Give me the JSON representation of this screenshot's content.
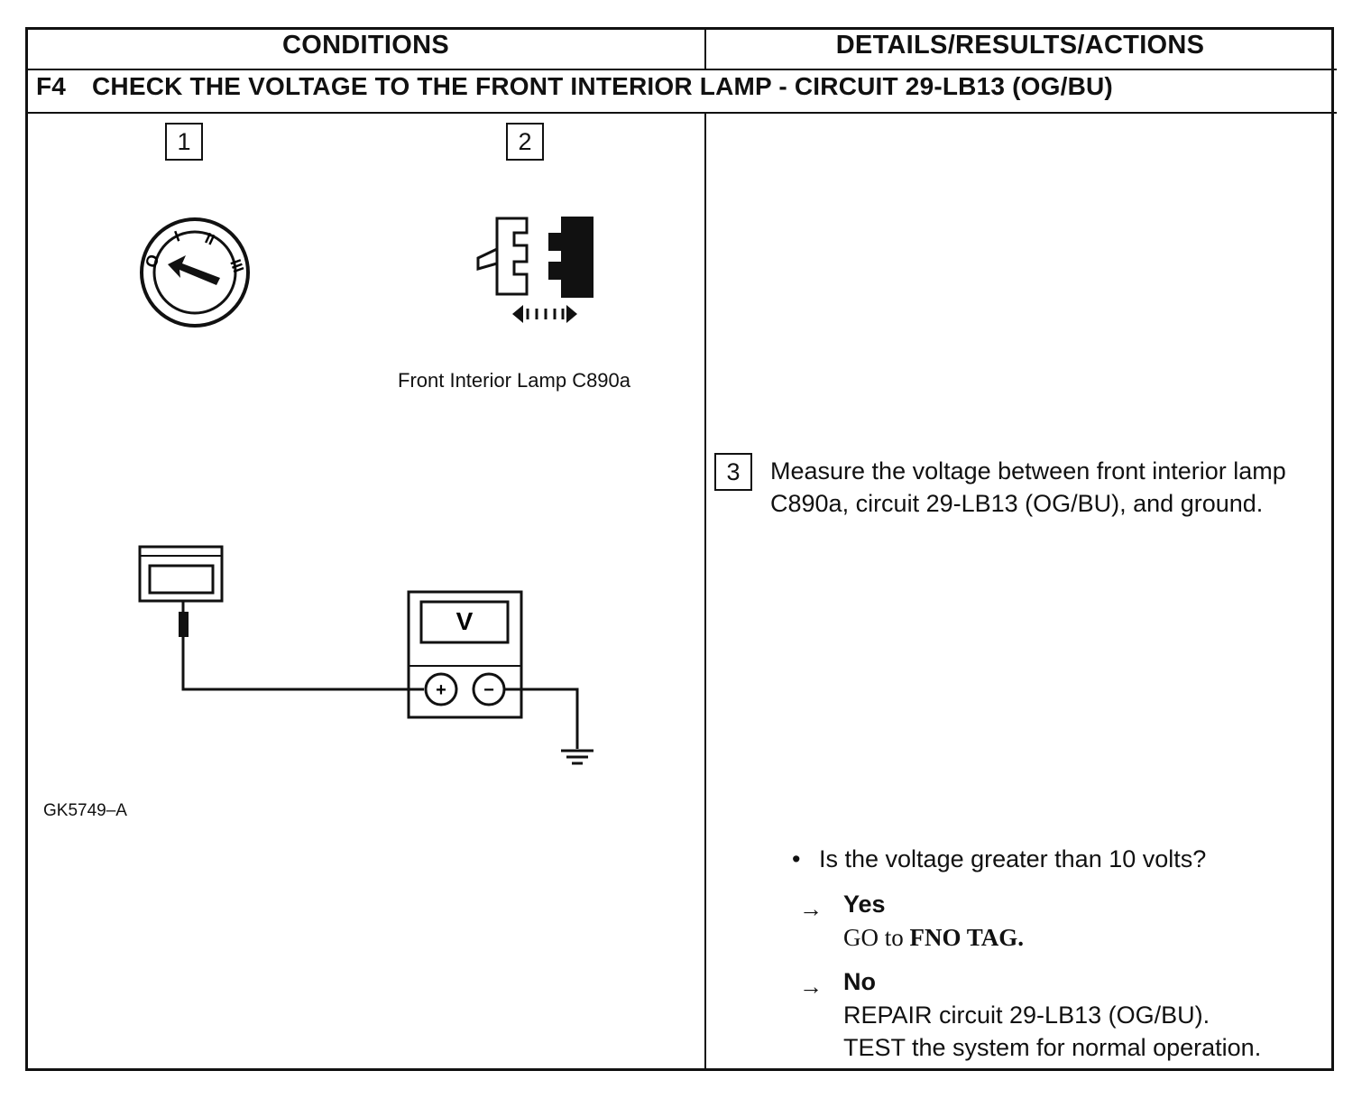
{
  "header": {
    "conditions": "CONDITIONS",
    "details": "DETAILS/RESULTS/ACTIONS"
  },
  "step": {
    "id": "F4",
    "title": "CHECK THE VOLTAGE TO THE FRONT INTERIOR LAMP - CIRCUIT 29-LB13 (OG/BU)"
  },
  "conditions": {
    "box1": "1",
    "box2": "2",
    "connector_caption": "Front Interior Lamp C890a",
    "meter_symbol": "V",
    "meter_plus": "+",
    "meter_minus": "−",
    "ignition_positions": [
      "O",
      "I",
      "II",
      "III"
    ],
    "figure_id": "GK5749–A",
    "icons": [
      "ignition-switch-icon",
      "connector-icon",
      "voltmeter-icon",
      "ground-icon"
    ]
  },
  "details": {
    "box3": "3",
    "measure_text": "Measure the voltage between front interior lamp C890a, circuit 29-LB13 (OG/BU), and ground.",
    "question": "Is the voltage greater than 10 volts?",
    "bullet": "•",
    "arrow": "→",
    "yes": {
      "label": "Yes",
      "go_prefix": "GO to",
      "go_target": "FNO TAG."
    },
    "no": {
      "label": "No",
      "line1": "REPAIR circuit 29-LB13 (OG/BU).",
      "line2": "TEST the system for normal operation."
    }
  }
}
